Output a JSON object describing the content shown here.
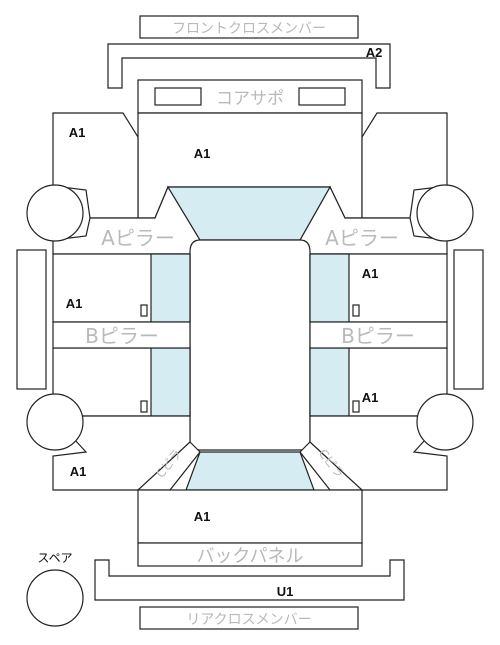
{
  "labels": {
    "front_cross_member": "フロントクロスメンバー",
    "core_support": "コアサポ",
    "a_pillar": "Aピラー",
    "b_pillar": "Bピラー",
    "back_panel": "バックパネル",
    "rear_cross_member": "リアクロスメンバー",
    "spare": "スペア",
    "c_pillar": "Cピラ"
  },
  "grades": {
    "front_cross_member": "A2",
    "hood": "A1",
    "front_fender_left": "A1",
    "front_door_left": "A1",
    "front_door_right": "A1",
    "rear_door_right": "A1",
    "rear_fender_left": "A1",
    "trunk": "A1",
    "rear_cross_member": "U1"
  },
  "colors": {
    "outline": "#222222",
    "glass": "#d5ecf2",
    "grey_text": "#b9b9b9"
  }
}
